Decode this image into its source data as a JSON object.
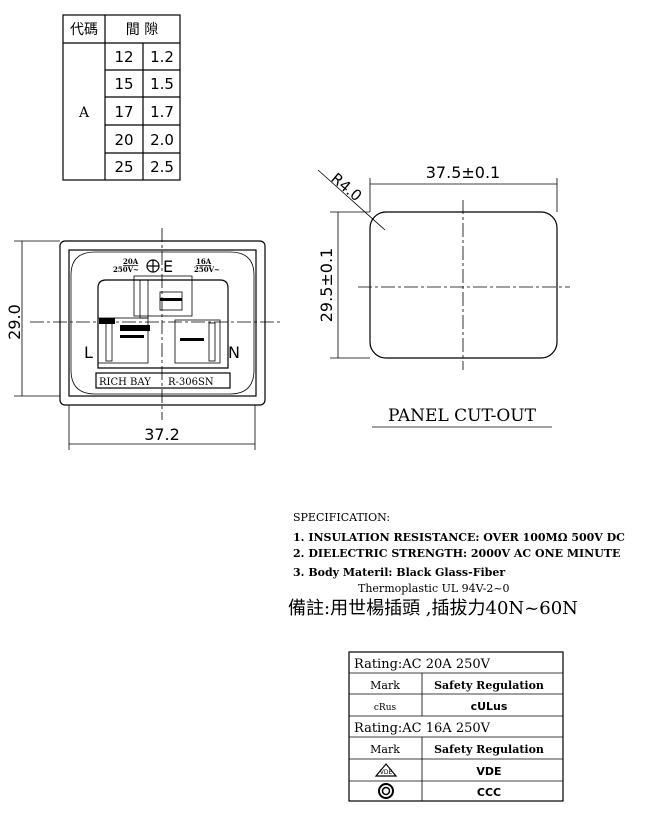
{
  "gap_table": {
    "header_code": "代碼",
    "header_gap": "間 隙",
    "code": "A",
    "rows": [
      [
        "12",
        "1.2"
      ],
      [
        "15",
        "1.5"
      ],
      [
        "17",
        "1.7"
      ],
      [
        "20",
        "2.0"
      ],
      [
        "25",
        "2.5"
      ]
    ]
  },
  "front_view": {
    "left_rating_a": "20A",
    "left_rating_v": "250V~",
    "right_rating_a": "16A",
    "right_rating_v": "250V~",
    "earth_label": "E",
    "line_label": "L",
    "neutral_label": "N",
    "nameplate_brand": "RICH  BAY",
    "nameplate_model": "R-306SN",
    "height_dim": "29.0",
    "width_dim": "37.2"
  },
  "panel_cutout": {
    "width_dim": "37.5±0.1",
    "height_dim": "29.5±0.1",
    "radius": "R4.0",
    "title": "PANEL CUT-OUT"
  },
  "specification": {
    "title": "SPECIFICATION:",
    "items": [
      "1. INSULATION RESISTANCE: OVER 100MΩ 500V DC",
      "2. DIELECTRIC STRENGTH: 2000V AC ONE MINUTE",
      "3. Body Materil: Black Glass-Fiber",
      "Thermoplastic UL 94V-2~0"
    ],
    "note": "備註:用世楊插頭 ,插拔力40N~60N"
  },
  "rating_table": {
    "rating1": "Rating:AC  20A  250V",
    "mark_header1": "Mark",
    "reg_header1": "Safety Regulation",
    "mark1": "cRus",
    "reg1": "cULus",
    "rating2": "Rating:AC  16A  250V",
    "mark_header2": "Mark",
    "reg_header2": "Safety Regulation",
    "reg2": "VDE",
    "reg3": "CCC"
  }
}
